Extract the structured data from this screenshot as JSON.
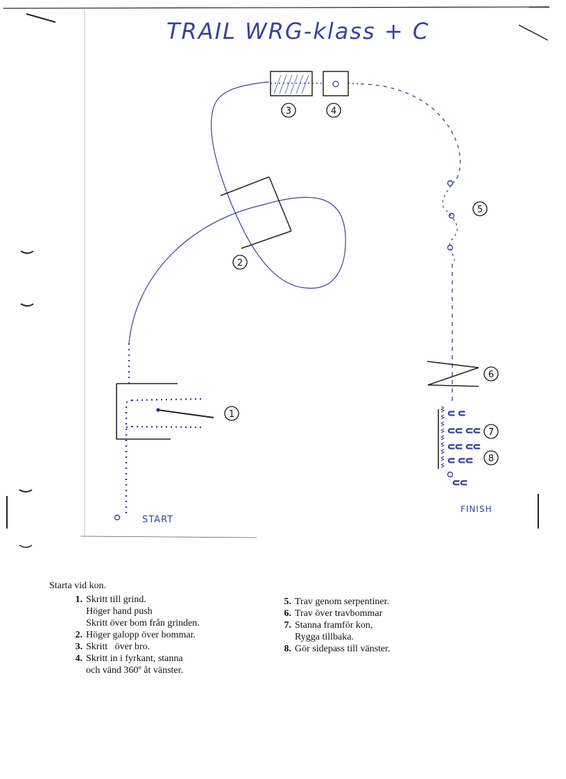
{
  "title": "TRAIL WRG-klass + C",
  "labels": {
    "start": "START",
    "finish": "FINISH",
    "markers": [
      "1",
      "2",
      "3",
      "4",
      "5",
      "6",
      "7",
      "8"
    ]
  },
  "colors": {
    "ink": "#3b3fa0",
    "border": "#222222"
  },
  "instructions": {
    "intro": "Starta vid kon.",
    "left": [
      {
        "num": "1.",
        "lines": [
          "Skritt till grind.",
          "Höger hand push",
          "Skritt över bom från grinden."
        ]
      },
      {
        "num": "2.",
        "lines": [
          "Höger galopp över bommar."
        ]
      },
      {
        "num": "3.",
        "lines": [
          "Skritt   över bro."
        ]
      },
      {
        "num": "4.",
        "lines": [
          "Skritt in i fyrkant, stanna",
          "och vänd 360º åt vänster."
        ]
      }
    ],
    "right": [
      {
        "num": "5.",
        "lines": [
          "Trav genom serpentiner."
        ]
      },
      {
        "num": "6.",
        "lines": [
          "Trav över travbommar"
        ]
      },
      {
        "num": "7.",
        "lines": [
          "Stanna framför kon,",
          "Rygga tillbaka."
        ]
      },
      {
        "num": "8.",
        "lines": [
          "Gör sidepass till vänster."
        ]
      }
    ]
  }
}
